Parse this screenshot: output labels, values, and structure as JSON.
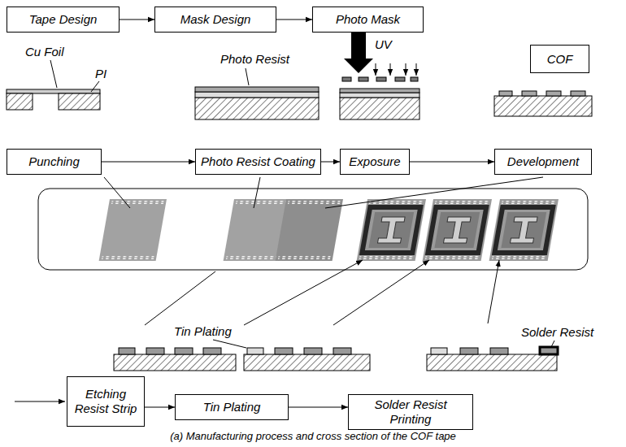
{
  "diagram": {
    "caption": "(a) Manufacturing process and cross section of the COF tape",
    "nodes": [
      {
        "text": [
          "Tape Design"
        ]
      },
      {
        "text": [
          "Mask Design"
        ]
      },
      {
        "text": [
          "Photo Mask"
        ]
      },
      {
        "text": [
          "COF"
        ]
      },
      {
        "text": [
          "Punching"
        ]
      },
      {
        "text": [
          "Photo Resist Coating"
        ]
      },
      {
        "text": [
          "Exposure"
        ]
      },
      {
        "text": [
          "Development"
        ]
      },
      {
        "text": [
          "Etching Resist Strip"
        ]
      },
      {
        "text": [
          "Tin Plating"
        ]
      },
      {
        "text": [
          "Solder Resist Printing"
        ]
      }
    ],
    "edges": [
      {
        "from": 0,
        "to": 1,
        "arrow": "to"
      },
      {
        "from": 1,
        "to": 2,
        "arrow": "to"
      },
      {
        "from": 4,
        "to": 5,
        "arrow": "to"
      },
      {
        "from": 5,
        "to": 6,
        "arrow": "to"
      },
      {
        "from": 6,
        "to": 7,
        "arrow": "to"
      },
      {
        "from": 8,
        "to": 9,
        "arrow": "to"
      },
      {
        "from": 9,
        "to": 10,
        "arrow": "to"
      }
    ],
    "labels": [
      "UV",
      "Cu Foil",
      "Photo Resist",
      "PI",
      "Tin Plating",
      "Solder Resist"
    ]
  }
}
